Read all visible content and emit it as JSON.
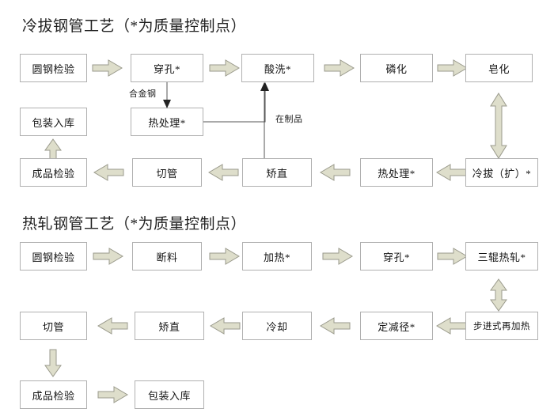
{
  "page": {
    "background_color": "#ffffff",
    "box_border_color": "#b0b0b0",
    "arrow_fill_color": "#dedecb",
    "arrow_stroke_color": "#9a9a8c",
    "connector_color": "#555555",
    "text_color": "#151515"
  },
  "sections": [
    {
      "id": "cold-drawn",
      "title": "冷拔钢管工艺（*为质量控制点）",
      "rows": [
        {
          "id": "cold-row-1",
          "direction": "right",
          "nodes": [
            {
              "label": "圆钢检验"
            },
            {
              "label": "穿孔*"
            },
            {
              "label": "酸洗*"
            },
            {
              "label": "磷化"
            },
            {
              "label": "皂化"
            }
          ]
        },
        {
          "id": "cold-row-2",
          "direction": "mixed",
          "nodes": [
            {
              "label": "包装入库"
            },
            {
              "label": "热处理*"
            }
          ]
        },
        {
          "id": "cold-row-3",
          "direction": "left",
          "nodes": [
            {
              "label": "成品检验"
            },
            {
              "label": "切管"
            },
            {
              "label": "矫直"
            },
            {
              "label": "热处理*"
            },
            {
              "label": "冷拔（扩）*"
            }
          ]
        }
      ],
      "edge_labels": [
        {
          "id": "alloy-steel",
          "text": "合金钢"
        },
        {
          "id": "work-in-progress",
          "text": "在制品"
        }
      ]
    },
    {
      "id": "hot-rolled",
      "title": "热轧钢管工艺（*为质量控制点）",
      "rows": [
        {
          "id": "hot-row-1",
          "direction": "right",
          "nodes": [
            {
              "label": "圆钢检验"
            },
            {
              "label": "断料"
            },
            {
              "label": "加热*"
            },
            {
              "label": "穿孔*"
            },
            {
              "label": "三辊热轧*"
            }
          ]
        },
        {
          "id": "hot-row-2",
          "direction": "left",
          "nodes": [
            {
              "label": "切管"
            },
            {
              "label": "矫直"
            },
            {
              "label": "冷却"
            },
            {
              "label": "定减径*"
            },
            {
              "label": "步进式再加热"
            }
          ]
        },
        {
          "id": "hot-row-3",
          "direction": "right",
          "nodes": [
            {
              "label": "成品检验"
            },
            {
              "label": "包装入库"
            }
          ]
        }
      ],
      "edge_labels": []
    }
  ]
}
